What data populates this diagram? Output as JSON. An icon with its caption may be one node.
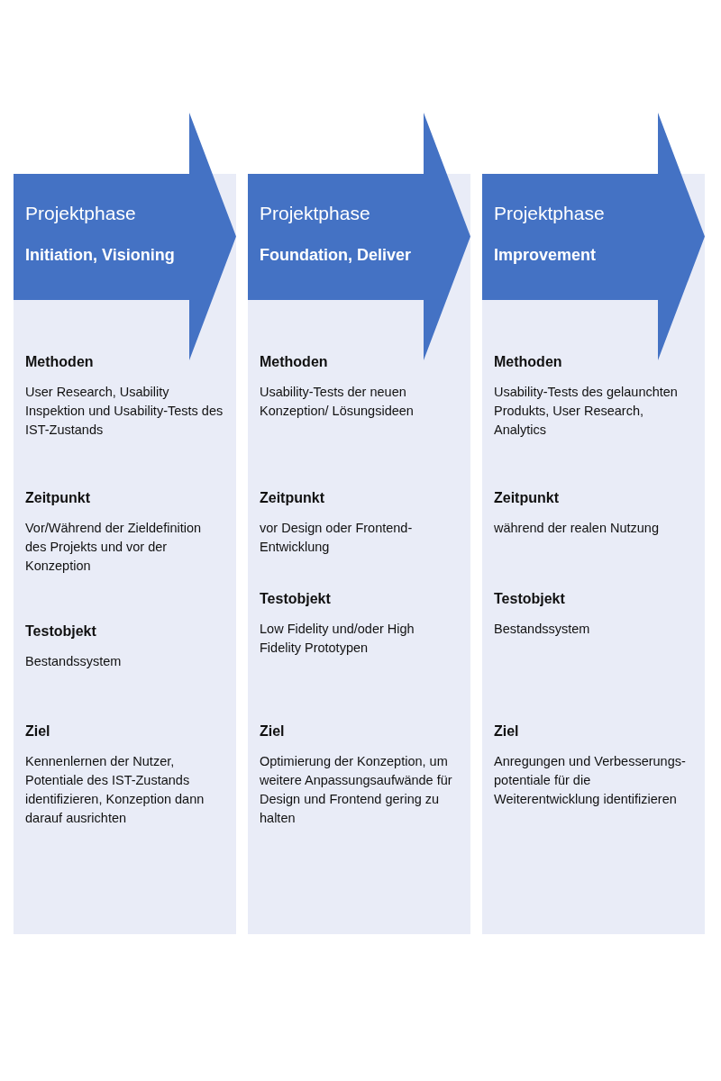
{
  "diagram": {
    "nodes": [
      {
        "text": [
          "Projektphase",
          "Initiation, Visioning"
        ]
      },
      {
        "text": [
          "Methoden",
          "User Research, Usability Inspektion und Usability-Tests des IST-Zustands",
          "Zeitpunkt",
          "Vor/Während der Zieldefinition des Projekts und vor der Konzeption",
          "Testobjekt",
          "Bestandssystem",
          "Ziel",
          "Kennenlernen der Nutzer, Potentiale des IST-Zustands identifizieren, Konzeption dann darauf ausrichten"
        ]
      },
      {
        "text": [
          "Projektphase",
          "Foundation, Deliver"
        ]
      },
      {
        "text": [
          "Methoden",
          "Usability-Tests der neuen Konzeption/ Lösungsideen",
          "Zeitpunkt",
          "vor Design oder Frontend-Entwicklung",
          "Testobjekt",
          "Low Fidelity und/oder High Fidelity Prototypen",
          "Ziel",
          "Optimierung der Konzeption, um weitere Anpassungsaufwände für Design und Frontend gering zu halten"
        ]
      },
      {
        "text": [
          "Projektphase",
          "Improvement"
        ]
      },
      {
        "text": [
          "Methoden",
          "Usability-Tests des gelaunchten Produkts, User Research, Analytics",
          "Zeitpunkt",
          "während der realen Nutzung",
          "Testobjekt",
          "Bestandssystem",
          "Ziel",
          "Anregungen und Verbesserungs-potentiale für die Weiterentwicklung identifizieren"
        ]
      }
    ]
  }
}
